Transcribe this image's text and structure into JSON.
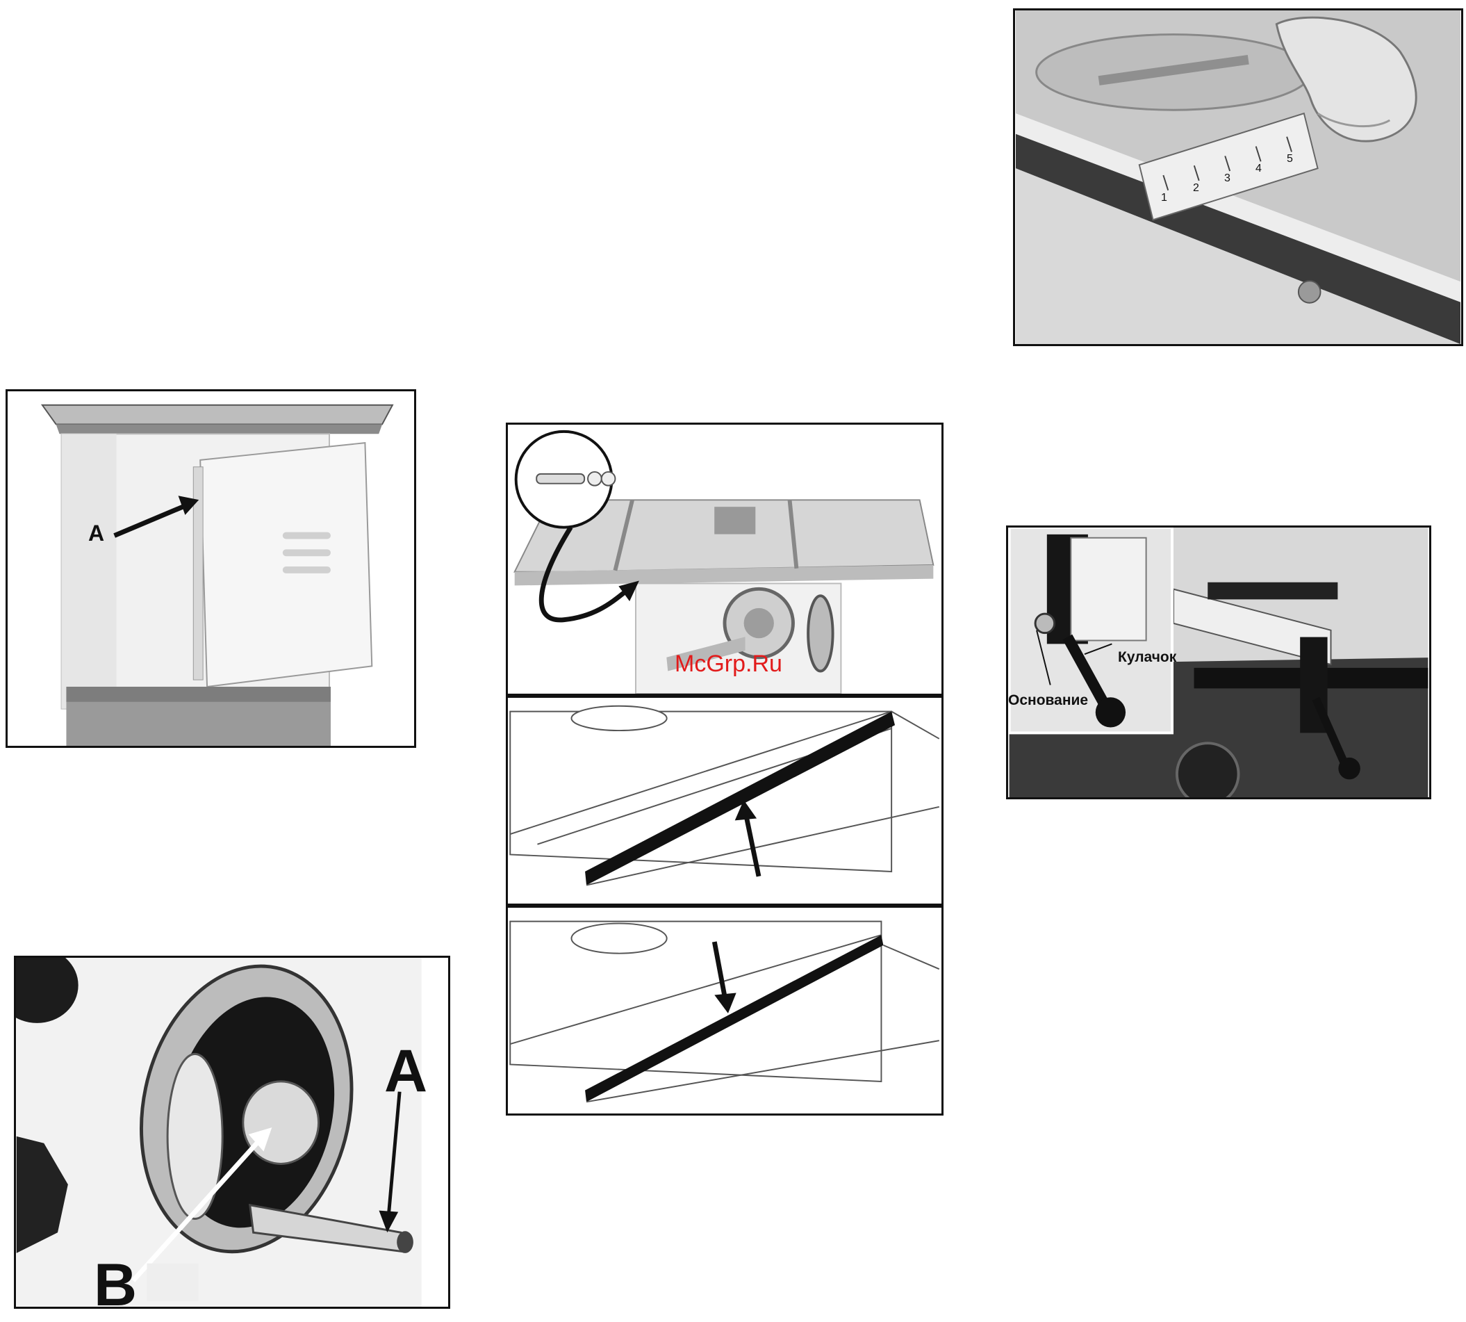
{
  "watermark": "McGrp.Ru",
  "figures": {
    "cabinet": {
      "label_a": "A"
    },
    "ruler": {
      "ruler_ticks": [
        "1",
        "2",
        "3",
        "4",
        "5"
      ]
    },
    "table_mount": {},
    "rail_front": {},
    "rail_rear": {},
    "fence": {
      "label_cam": "Кулачок",
      "label_base": "Основание"
    },
    "handwheel": {
      "label_a": "A",
      "label_b": "B"
    }
  }
}
